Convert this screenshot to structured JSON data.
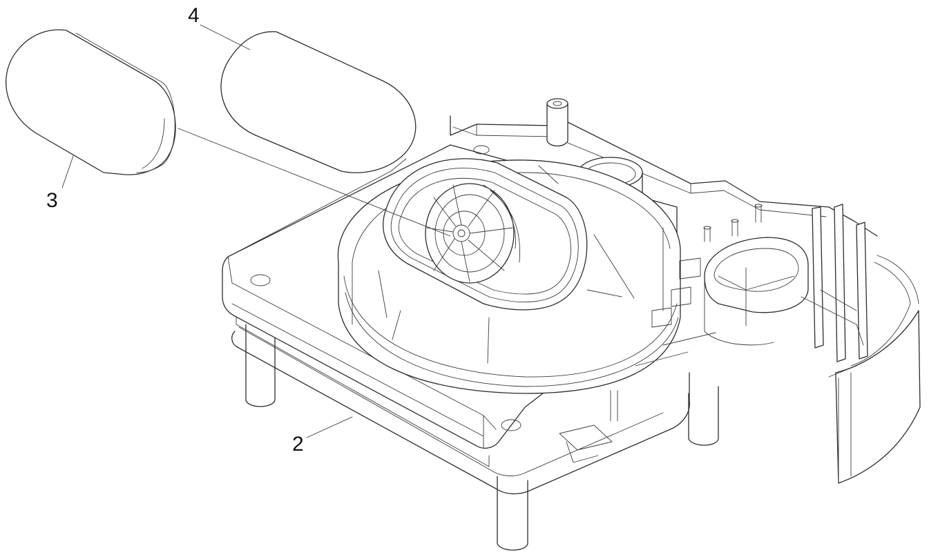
{
  "labels": {
    "part_2": "2",
    "part_3": "3",
    "part_4": "4"
  },
  "colors": {
    "line": "#2b2b2b",
    "background": "#ffffff"
  }
}
